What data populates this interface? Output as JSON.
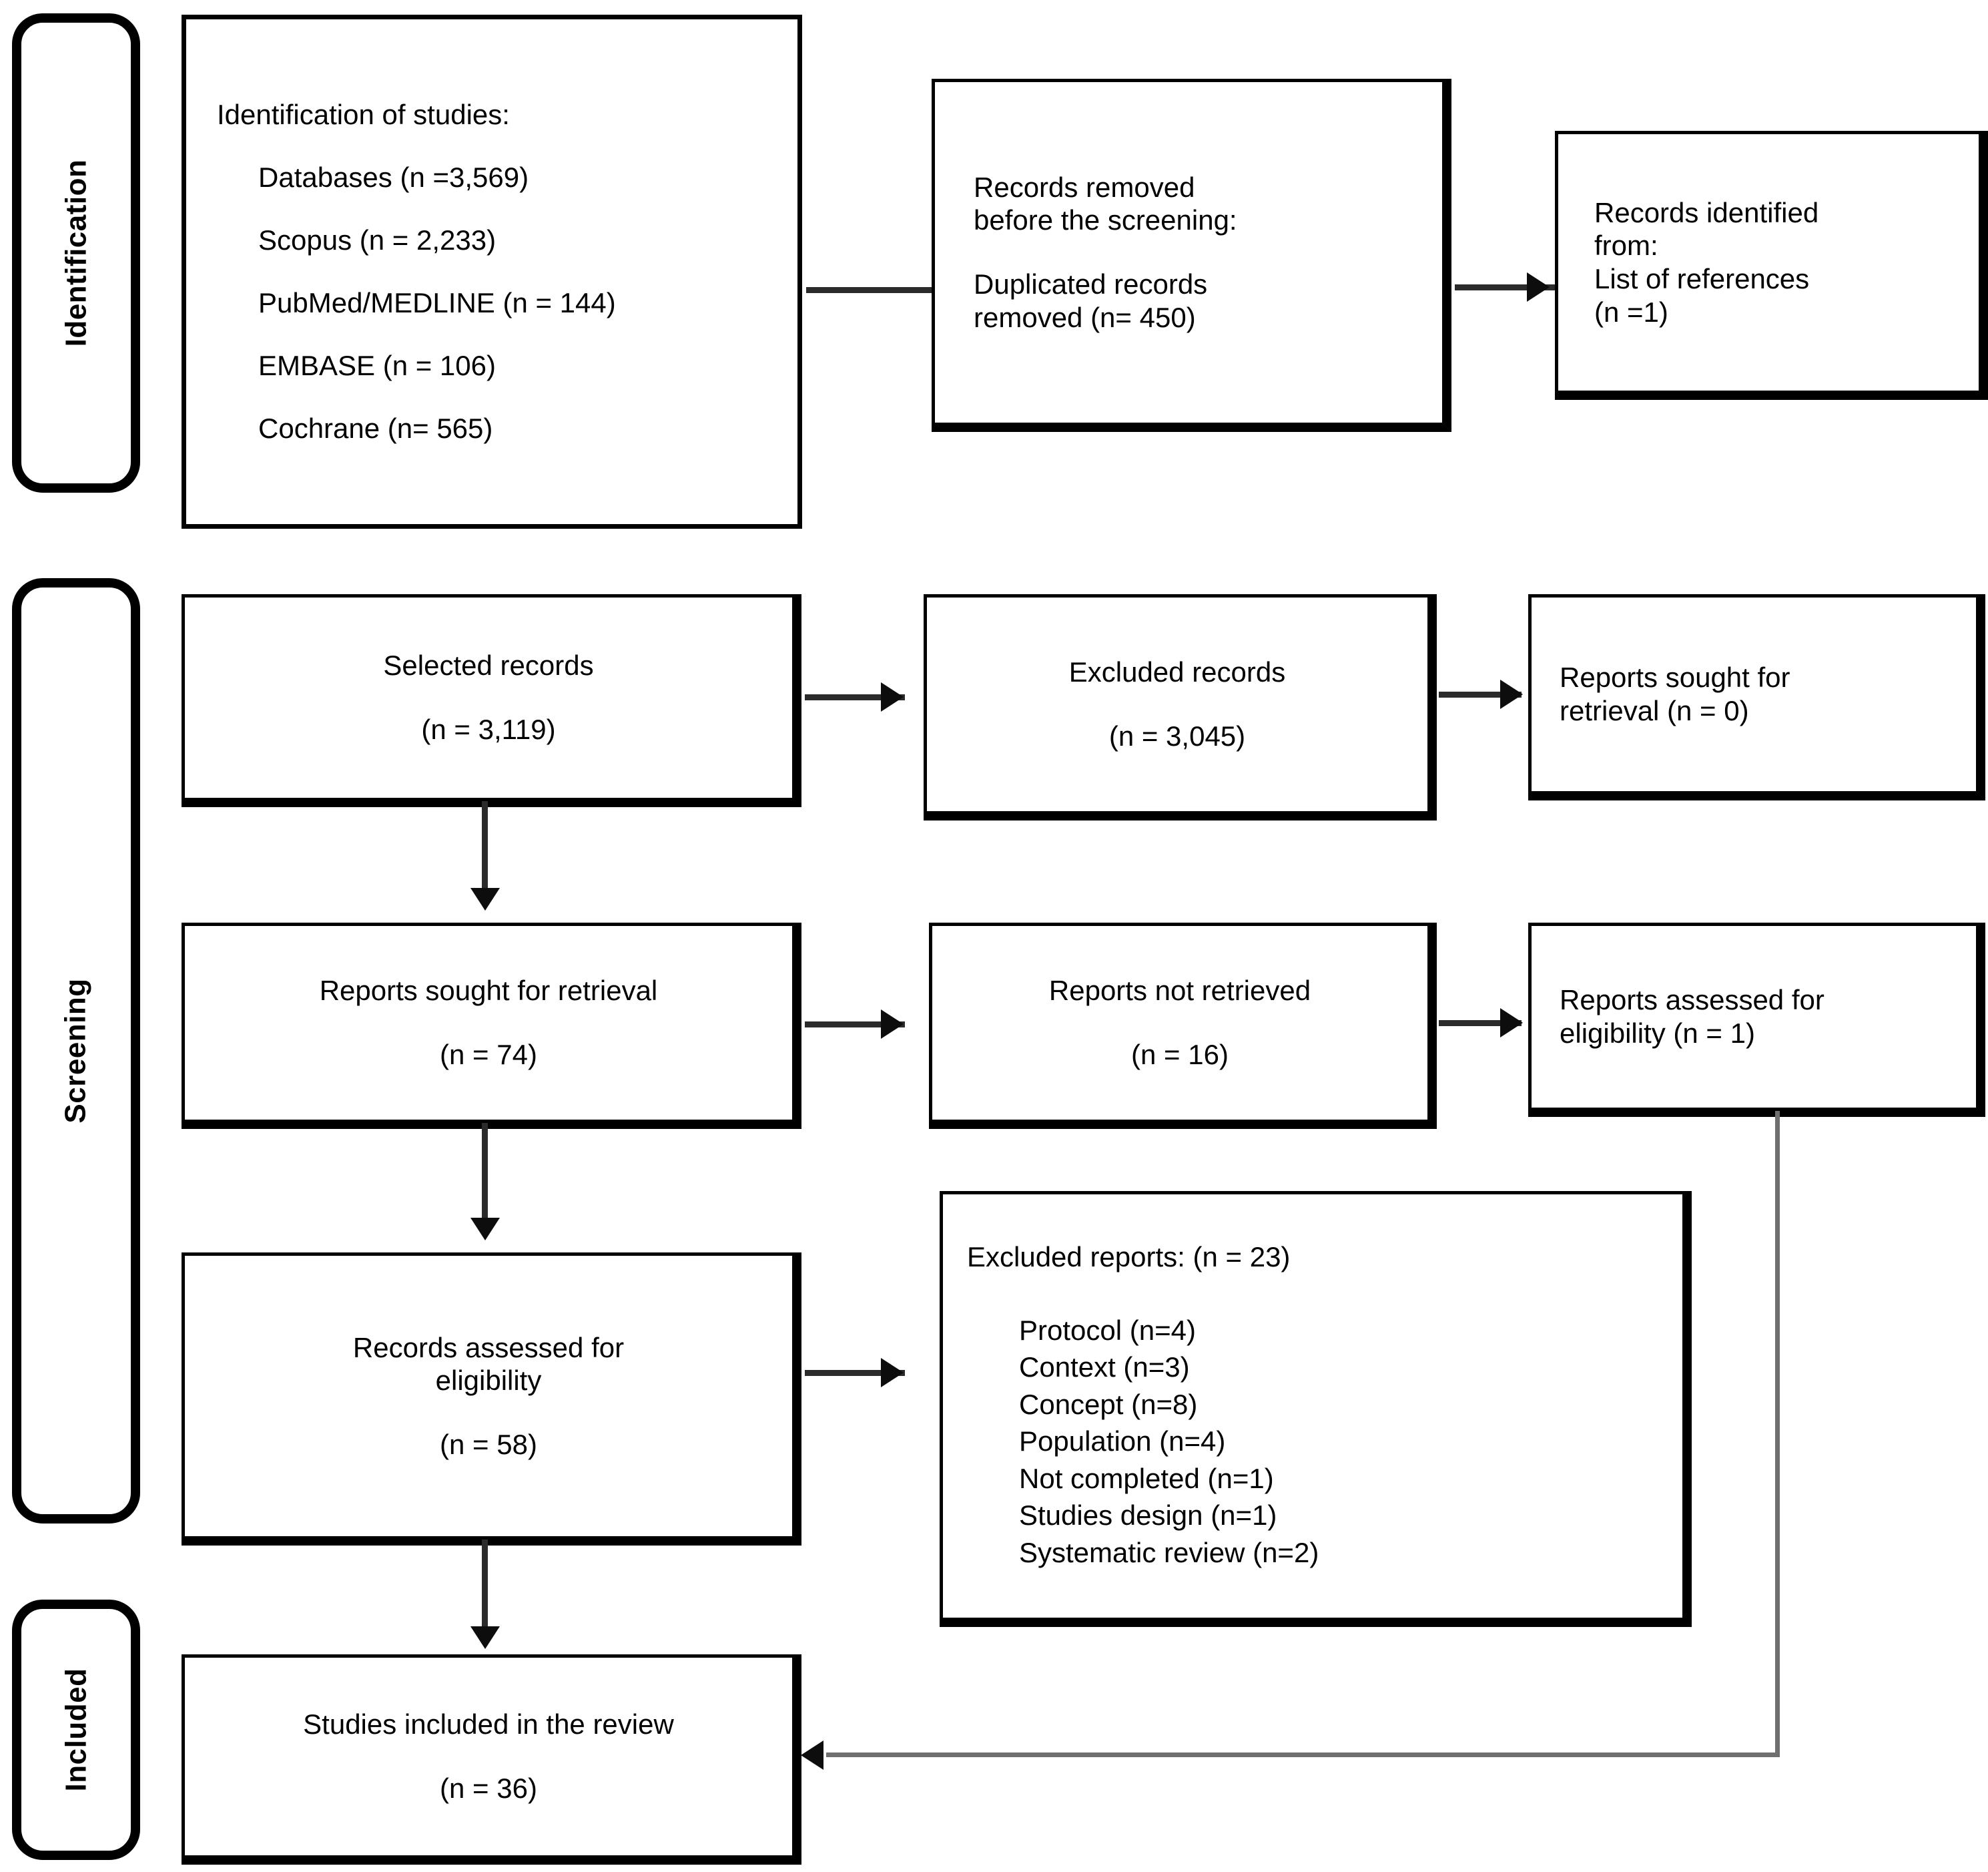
{
  "diagram": {
    "type": "prisma-flow-diagram",
    "stages": [
      {
        "id": "identification",
        "label": "Identification"
      },
      {
        "id": "screening",
        "label": "Screening"
      },
      {
        "id": "included",
        "label": "Included"
      }
    ]
  },
  "identification_box": {
    "heading": "Identification of studies:",
    "sources": [
      "Databases (n =3,569)",
      "Scopus (n = 2,233)",
      "PubMed/MEDLINE (n = 144)",
      "EMBASE (n = 106)",
      "Cochrane (n= 565)"
    ]
  },
  "records_removed_box": {
    "line1": "Records removed",
    "line2": "before the screening:",
    "line3": "Duplicated records",
    "line4": "removed (n= 450)"
  },
  "records_identified_box": {
    "line1": "Records identified",
    "line2": "from:",
    "line3": "List of references",
    "line4": "(n =1)"
  },
  "selected_records_box": {
    "line1": "Selected records",
    "line2": "(n = 3,119)"
  },
  "excluded_records_box": {
    "line1": "Excluded records",
    "line2": "(n = 3,045)"
  },
  "reports_sought_right_box": {
    "line1": "Reports sought for",
    "line2": "retrieval (n = 0)"
  },
  "reports_sought_box": {
    "line1": "Reports sought for retrieval",
    "line2": "(n = 74)"
  },
  "reports_not_retrieved_box": {
    "line1": "Reports not retrieved",
    "line2": "(n = 16)"
  },
  "reports_assessed_box": {
    "line1": "Reports assessed for",
    "line2": "eligibility (n = 1)"
  },
  "records_assessed_box": {
    "line1": "Records assessed for",
    "line2": "eligibility",
    "line3": "(n = 58)"
  },
  "excluded_reports_box": {
    "heading": "Excluded reports: (n = 23)",
    "reasons": [
      "Protocol (n=4)",
      "Context (n=3)",
      "Concept (n=8)",
      "Population (n=4)",
      "Not completed (n=1)",
      "Studies design (n=1)",
      "Systematic review (n=2)"
    ]
  },
  "studies_included_box": {
    "line1": "Studies included in the review",
    "line2": "(n = 36)"
  },
  "colors": {
    "border": "#000000",
    "background": "#ffffff",
    "connector": "#2b2b2b",
    "connector_light": "#6f6f6f"
  }
}
